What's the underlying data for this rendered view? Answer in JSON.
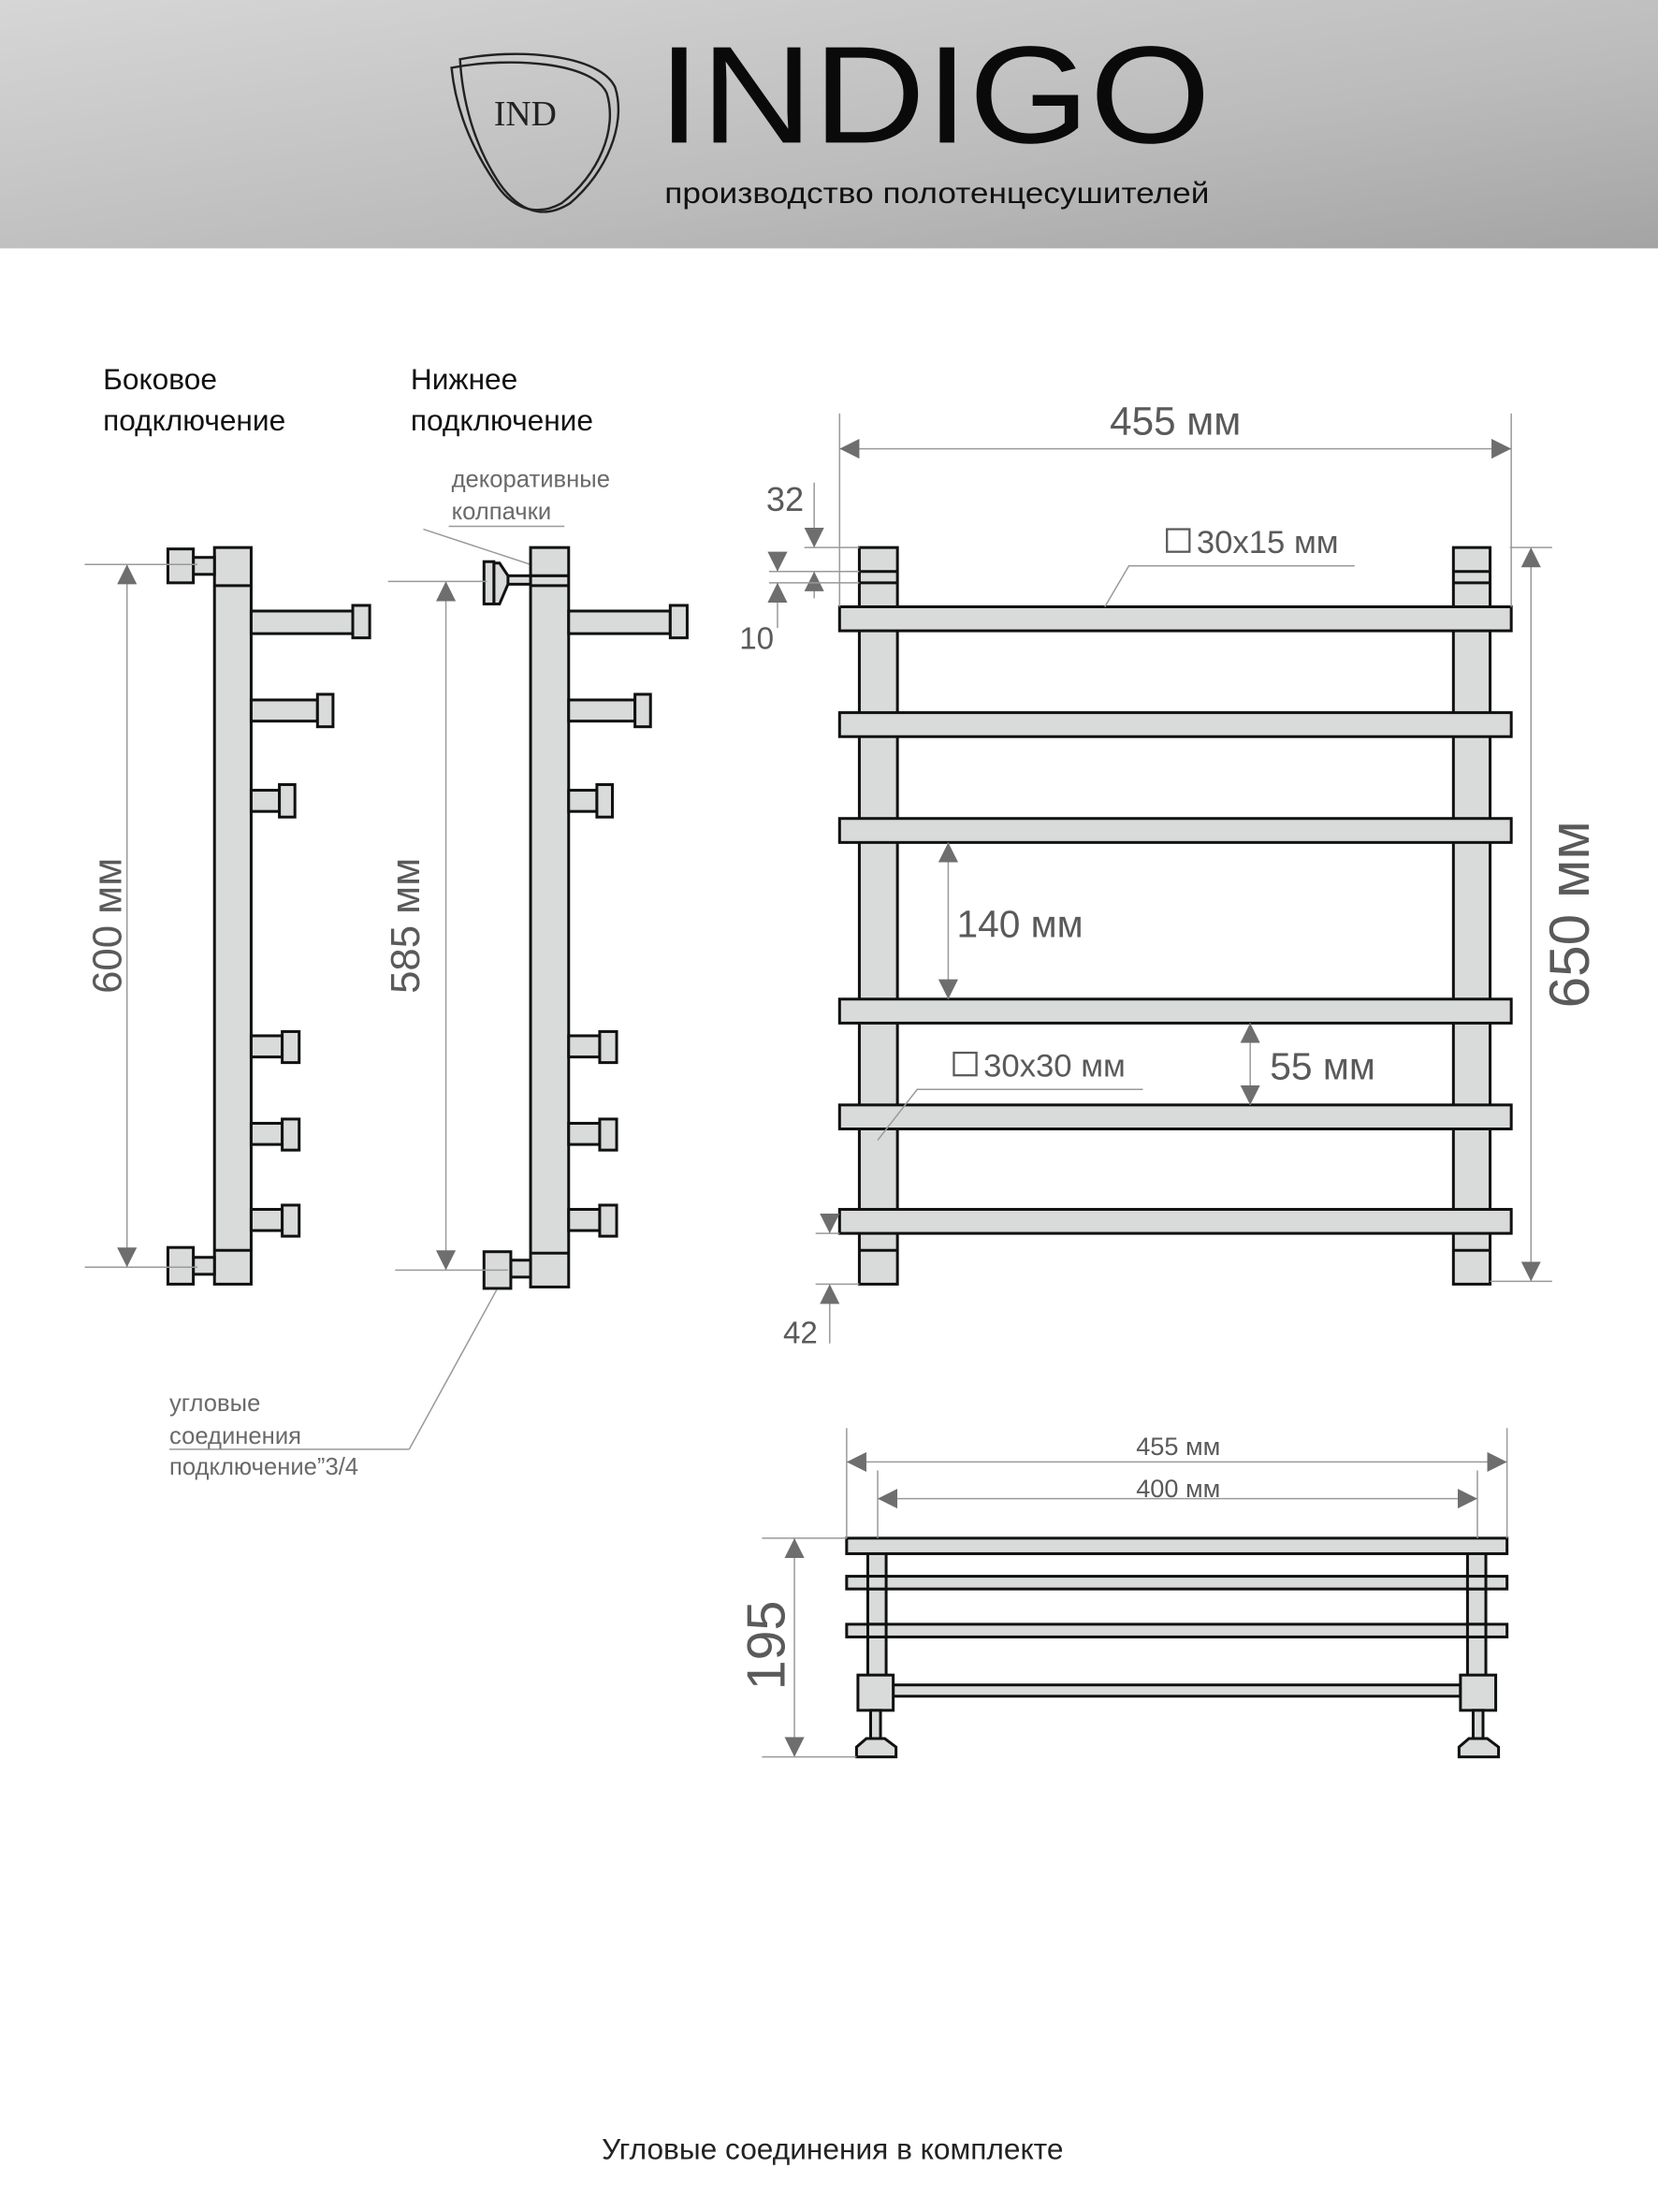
{
  "header": {
    "logo_text": "IND",
    "brand": "INDIGO",
    "subtitle": "производство полотенцесушителей",
    "background_color": "#b8b8b8"
  },
  "side_views": {
    "side_connection": {
      "title_line1": "Боковое",
      "title_line2": "подключение",
      "height_dim": "600 мм"
    },
    "bottom_connection": {
      "title_line1": "Нижнее",
      "title_line2": "подключение",
      "height_dim": "585 мм"
    },
    "caps_note": {
      "line1": "декоративные",
      "line2": "колпачки"
    },
    "corner_note": {
      "line1": "угловые",
      "line2": "соединения",
      "line3": "подключение”3/4"
    }
  },
  "front_view": {
    "width_dim": "455 мм",
    "height_dim": "650 мм",
    "top_offset": "32",
    "divider_gap": "10",
    "bottom_offset": "42",
    "bar_gap": "140 мм",
    "small_gap": "55 мм",
    "bar_profile": "30x15 мм",
    "post_profile": "30x30 мм"
  },
  "top_view": {
    "outer_width": "455 мм",
    "inner_width": "400 мм",
    "depth": "195"
  },
  "footer": {
    "note": "Угловые соединения в комплекте"
  },
  "colors": {
    "part_fill": "#d9dbdb",
    "outline": "#111111",
    "dimension": "#5a5a5a"
  }
}
